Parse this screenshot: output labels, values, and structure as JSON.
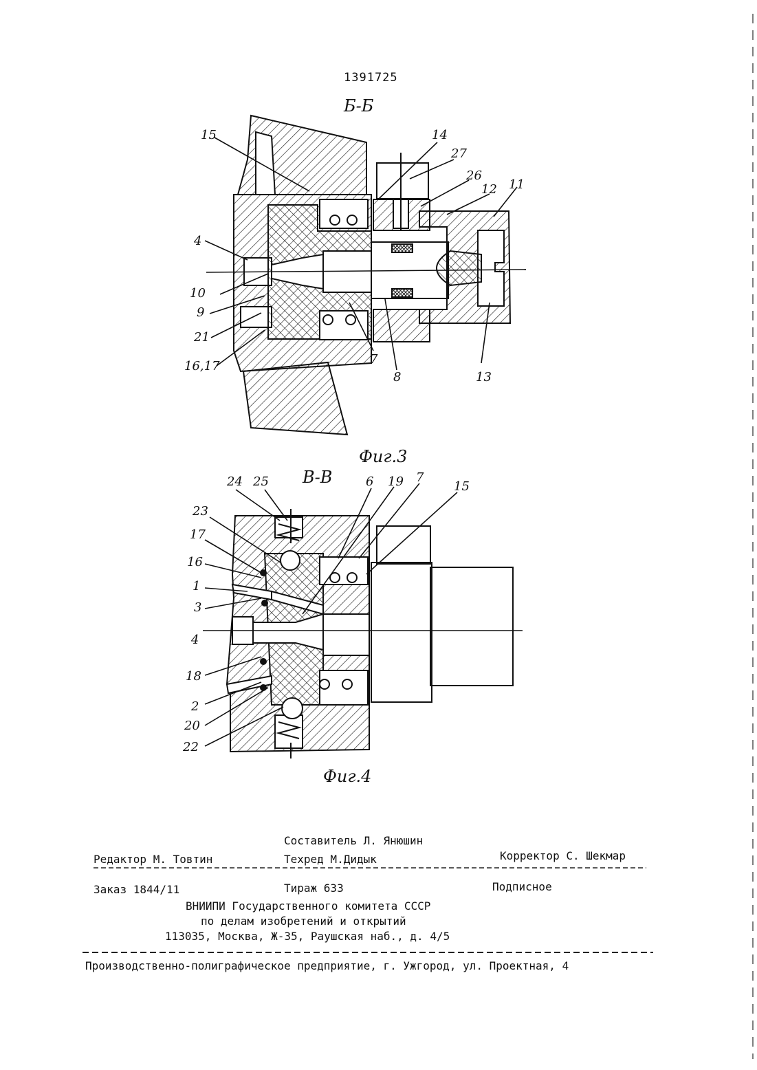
{
  "doc_number": "1391725",
  "fig3": {
    "section": "Б-Б",
    "caption": "Фиг.3",
    "labels": {
      "l15": "15",
      "l14": "14",
      "l27": "27",
      "l26": "26",
      "l12": "12",
      "l11": "11",
      "l4": "4",
      "l10": "10",
      "l9": "9",
      "l21": "21",
      "l1617": "16,17",
      "l7": "7",
      "l8": "8",
      "l13": "13"
    }
  },
  "fig4": {
    "section": "В-В",
    "caption": "Фиг.4",
    "labels": {
      "l24": "24",
      "l25": "25",
      "l6": "6",
      "l19": "19",
      "l7": "7",
      "l15": "15",
      "l23": "23",
      "l17": "17",
      "l16": "16",
      "l1": "1",
      "l3": "3",
      "l4": "4",
      "l18": "18",
      "l2": "2",
      "l20": "20",
      "l22": "22"
    }
  },
  "imprint": {
    "compiler": "Составитель Л. Янюшин",
    "editor": "Редактор М. Товтин",
    "techred": "Техред М.Дидык",
    "corrector": "Корректор С. Шекмар",
    "order": "Заказ 1844/11",
    "circulation": "Тираж 633",
    "subscription": "Подписное",
    "org1": "ВНИИПИ Государственного комитета СССР",
    "org2": "по делам изобретений и открытий",
    "address": "113035, Москва, Ж-35, Раушская наб., д. 4/5",
    "printer": "Производственно-полиграфическое предприятие, г. Ужгород, ул. Проектная, 4"
  }
}
